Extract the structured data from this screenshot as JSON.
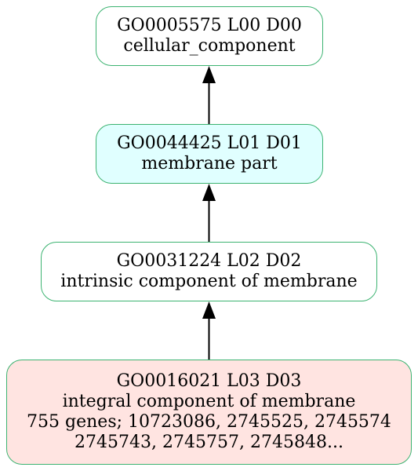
{
  "nodes": [
    {
      "id": "GO0005575 L00 D00",
      "name": "cellular_component",
      "fill": "#ffffff"
    },
    {
      "id": "GO0044425 L01 D01",
      "name": "membrane part",
      "fill": "#e0ffff"
    },
    {
      "id": "GO0031224 L02 D02",
      "name": "intrinsic component of membrane",
      "fill": "#ffffff"
    },
    {
      "id": "GO0016021 L03 D03",
      "name": "integral component of membrane",
      "genes_line1": "755 genes; 10723086, 2745525, 2745574",
      "genes_line2": "2745743, 2745757, 2745848...",
      "fill": "#ffe4e1"
    }
  ],
  "edges": [
    {
      "from": "GO0044425 L01 D01",
      "to": "GO0005575 L00 D00"
    },
    {
      "from": "GO0031224 L02 D02",
      "to": "GO0044425 L01 D01"
    },
    {
      "from": "GO0016021 L03 D03",
      "to": "GO0031224 L02 D02"
    }
  ],
  "colors": {
    "border": "#3cb371",
    "edge": "#000000"
  }
}
